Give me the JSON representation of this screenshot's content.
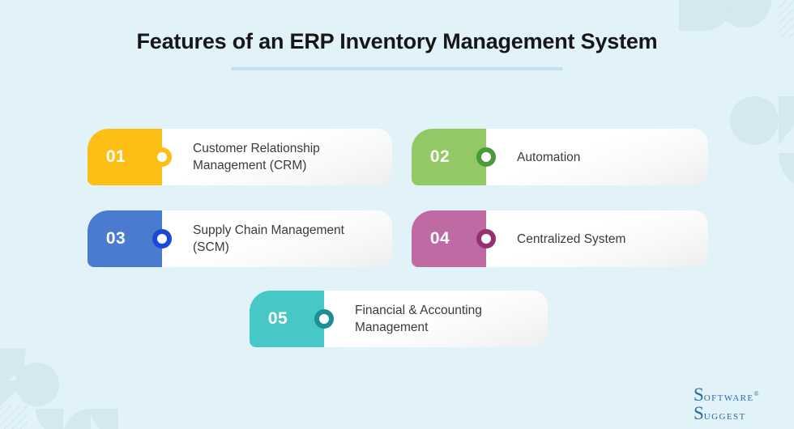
{
  "page": {
    "background_color": "#e1f2f9",
    "title": "Features of an ERP Inventory Management System",
    "underline_color": "#bfe2ee"
  },
  "cards": [
    {
      "number": "01",
      "label": "Customer Relationship Management (CRM)",
      "block_color": "#fbbf15",
      "ring_color": "#fbbf15"
    },
    {
      "number": "02",
      "label": "Automation",
      "block_color": "#93c965",
      "ring_color": "#4a9a3d"
    },
    {
      "number": "03",
      "label": "Supply Chain Management (SCM)",
      "block_color": "#4a7bd0",
      "ring_color": "#1a49d8"
    },
    {
      "number": "04",
      "label": "Centralized System",
      "block_color": "#bf6aa2",
      "ring_color": "#95316f"
    },
    {
      "number": "05",
      "label": "Financial & Accounting Management",
      "block_color": "#47c7c5",
      "ring_color": "#1e8e96"
    }
  ],
  "logo": {
    "line1_cap": "S",
    "line1_rest": "oftware",
    "registered": "®",
    "line2_cap": "S",
    "line2_rest": "uggest",
    "color": "#2e6ca4"
  }
}
